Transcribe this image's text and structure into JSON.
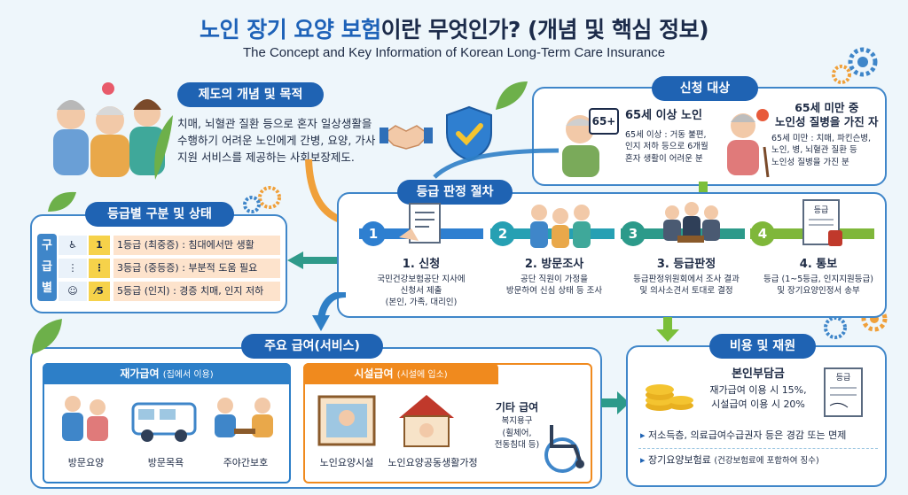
{
  "title": {
    "highlight": "노인 장기 요양 보험",
    "rest": "이란 무엇인가? (개념 및 핵심 정보)",
    "subtitle": "The Concept and Key Information  of  Korean Long-Term Care Insurance"
  },
  "purpose": {
    "heading": "제도의 개념 및 목적",
    "line1": "치매, 뇌혈관 질환 등으로 혼자 일상생활을",
    "line2": "수행하기 어려운 노인에게 간병, 요양, 가사",
    "line3": "지원 서비스를 제공하는 사회보장제도."
  },
  "eligibility": {
    "heading": "신청 대상",
    "badge": "65+",
    "a_title": "65세 이상 노인",
    "a_line1": "65세 이상 : 거동 불편,",
    "a_line2": "인지 저하 등으로 6개월",
    "a_line3": "혼자 생활이 어려운 분",
    "b_title1": "65세 미만 중",
    "b_title2": "노인성 질병을 가진 자",
    "b_line1": "65세 미만 : 치매, 파킨슨병,",
    "b_line2": "노인, 병, 뇌혈관 질환 등",
    "b_line3": "노인성 질병을 가진 분"
  },
  "grades": {
    "heading": "등급별 구분 및 상태",
    "side_label": [
      "구",
      "급",
      "별"
    ],
    "rows": [
      {
        "num": "1",
        "grade": "1등급",
        "type": "(최중증)",
        "desc": ": 침대에서만 생활"
      },
      {
        "num": "⋮",
        "grade": "3등급",
        "type": "(중등증)",
        "desc": ": 부분적 도움 필요"
      },
      {
        "num": "⁄5",
        "grade": "5등급",
        "type": "(인지)",
        "desc": ": 경증 치매, 인지 저하"
      }
    ]
  },
  "process": {
    "heading": "등급 판정 절차",
    "steps": [
      {
        "n": "1",
        "title": "1. 신청",
        "l1": "국민건강보험공단 지사에",
        "l2": "신청서 제출",
        "l3": "(본인, 가족, 대리인)"
      },
      {
        "n": "2",
        "title": "2. 방문조사",
        "l1": "공단 직원이 가정을",
        "l2": "방문하여 신심 상태 등 조사",
        "l3": ""
      },
      {
        "n": "3",
        "title": "3. 등급판정",
        "l1": "등급판정위원회에서 조사 결과",
        "l2": "및 의사소견서 토대로 결정",
        "l3": ""
      },
      {
        "n": "4",
        "title": "4. 통보",
        "l1": "등급 (1~5등급, 인지지원등급)",
        "l2": "및 장기요양인정서 송부",
        "l3": ""
      }
    ],
    "doc_label": "등급"
  },
  "services": {
    "heading": "주요 급여(서비스)",
    "home_head": "재가급여",
    "home_sub": "(집에서 이용)",
    "home_items": [
      "방문요양",
      "방문목욕",
      "주야간보호"
    ],
    "facility_head": "시설급여",
    "facility_sub": "(시설에 입소)",
    "facility_items": [
      "노인요양시설",
      "노인요양공동생활가정"
    ],
    "other_title": "기타 급여",
    "other_l1": "복지용구",
    "other_l2": "(휠체어,",
    "other_l3": "전동침대 등)"
  },
  "cost": {
    "heading": "비용 및 재원",
    "copay_title": "본인부담금",
    "copay_l1": "재가급여 이용 시 15%,",
    "copay_l2": "시설급여 이용 시 20%",
    "doc_label": "등급",
    "bullet1": "저소득층, 의료급여수급권자 등은 경감 또는 면제",
    "bullet2_main": "장기요양보험료",
    "bullet2_sub": "(건강보험료에 포함하여 징수)"
  },
  "colors": {
    "primary": "#1f63b3",
    "home_blue": "#2d7fc8",
    "facility_orange": "#f08a1e",
    "step1": "#2e7fd0",
    "step2": "#26a0b3",
    "step3": "#2c9a8a",
    "step4": "#7fb73a",
    "arrow_orange": "#f0a03a",
    "arrow_blue": "#2f7fc6",
    "arrow_green": "#7bbf3a"
  }
}
